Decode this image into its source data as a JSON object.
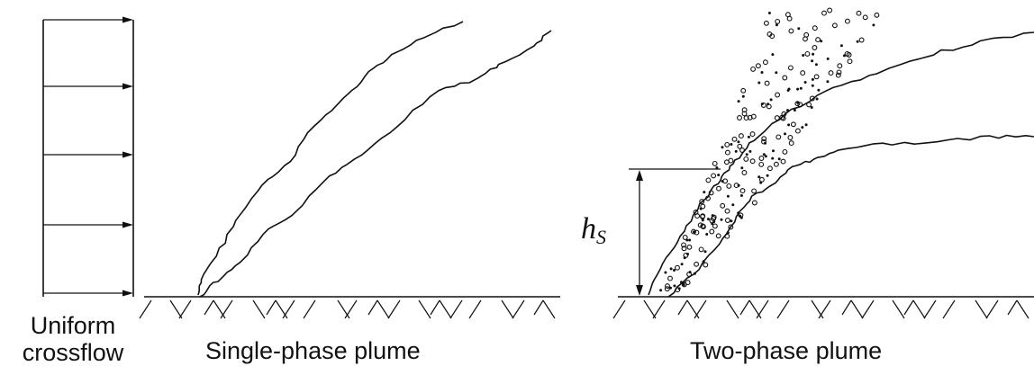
{
  "figure": {
    "captions": {
      "crossflow_line1": "Uniform",
      "crossflow_line2": "crossflow",
      "single_phase": "Single-phase plume",
      "two_phase": "Two-phase plume"
    },
    "hs_label": {
      "main": "h",
      "sub": "S"
    },
    "colors": {
      "ink": "#111111",
      "background": "#ffffff"
    }
  }
}
